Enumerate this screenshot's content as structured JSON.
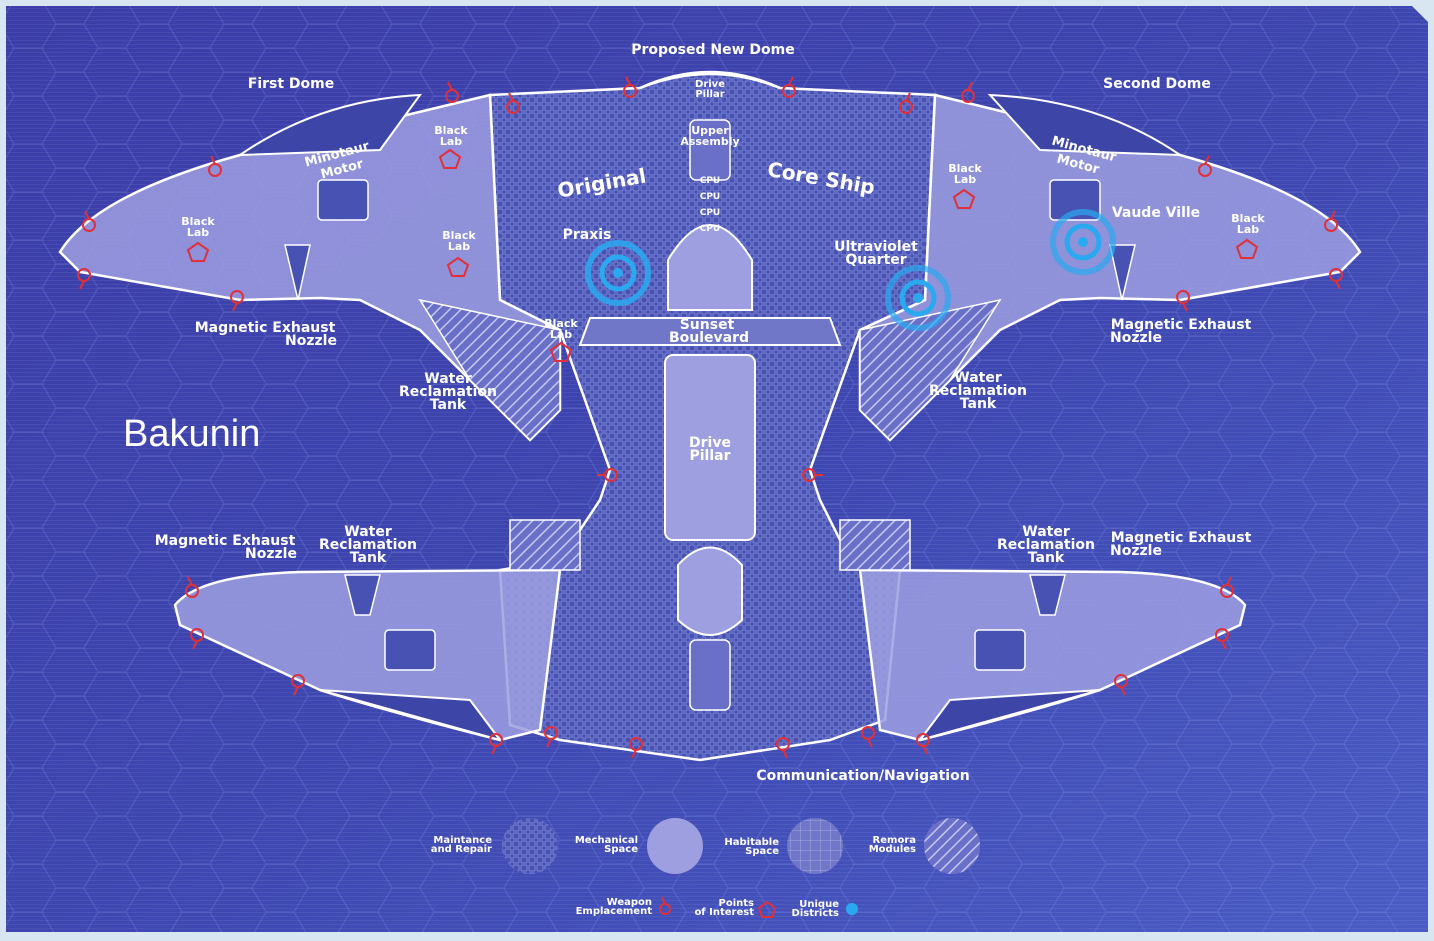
{
  "map": {
    "title": "Bakunin",
    "colors": {
      "background": "#3a3fa8",
      "hull": "#9d9fe0",
      "core": "#3d46a6",
      "line": "#ffffff",
      "weapon": "#e0303a",
      "poi": "#e0303a",
      "unique": "#2aa9f0"
    },
    "labels": {
      "proposed_new_dome": "Proposed New Dome",
      "first_dome": "First Dome",
      "second_dome": "Second Dome",
      "original": "Original",
      "core_ship": "Core Ship",
      "drive_pillar_top": [
        "Drive",
        "Pillar"
      ],
      "upper_assembly": [
        "Upper",
        "Assembly"
      ],
      "cpu": [
        "CPU",
        "CPU",
        "CPU",
        "CPU"
      ],
      "minotaur_motor_left": [
        "Minotaur",
        "Motor"
      ],
      "minotaur_motor_right": [
        "Minotaur",
        "Motor"
      ],
      "black_lab": [
        "Black",
        "Lab"
      ],
      "praxis": "Praxis",
      "vaude_ville": "Vaude Ville",
      "ultraviolet_quarter": [
        "Ultraviolet",
        "Quarter"
      ],
      "sunset_boulevard": [
        "Sunset",
        "Boulevard"
      ],
      "magnetic_exhaust_nozzle": [
        "Magnetic Exhaust",
        "Nozzle"
      ],
      "water_reclamation_tank": [
        "Water",
        "Reclamation",
        "Tank"
      ],
      "drive_pillar_mid": [
        "Drive",
        "Pillar"
      ],
      "communication_navigation": "Communication/Navigation"
    },
    "legend": {
      "areas": [
        {
          "label": [
            "Maintance",
            "and Repair"
          ],
          "pattern": "mesh"
        },
        {
          "label": [
            "Mechanical",
            "Space"
          ],
          "pattern": "solid"
        },
        {
          "label": [
            "Habitable",
            "Space"
          ],
          "pattern": "grid"
        },
        {
          "label": [
            "Remora",
            "Modules"
          ],
          "pattern": "hatch"
        }
      ],
      "symbols": [
        {
          "label": [
            "Weapon",
            "Emplacement"
          ],
          "icon": "weapon-icon"
        },
        {
          "label": [
            "Points",
            "of Interest"
          ],
          "icon": "pentagon-icon"
        },
        {
          "label": [
            "Unique",
            "Districts"
          ],
          "icon": "dot-icon"
        }
      ]
    }
  }
}
